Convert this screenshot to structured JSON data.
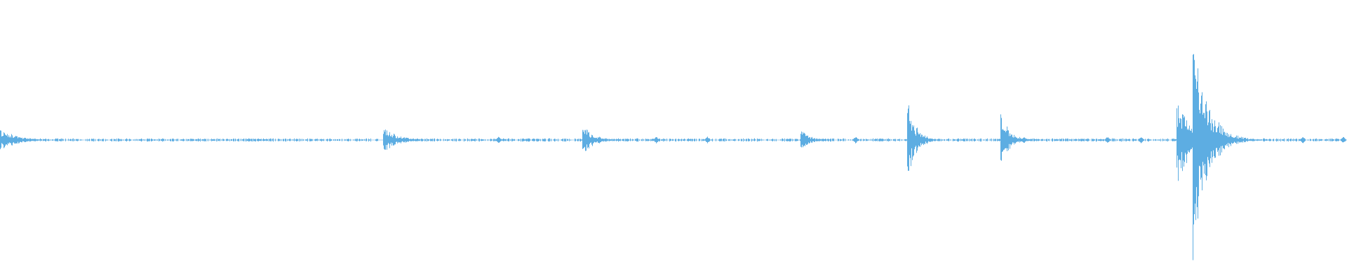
{
  "waveform": {
    "color": "#5dade2",
    "background": "#ffffff",
    "peak_amplitude": 1.0,
    "noise_floor": 0.012,
    "gap_fraction": 0.35,
    "transients": [
      {
        "t": 0.0,
        "amp": 0.1,
        "decay": 0.012
      },
      {
        "t": 0.285,
        "amp": 0.12,
        "decay": 0.01
      },
      {
        "t": 0.433,
        "amp": 0.13,
        "decay": 0.008
      },
      {
        "t": 0.595,
        "amp": 0.08,
        "decay": 0.007
      },
      {
        "t": 0.674,
        "amp": 0.33,
        "decay": 0.006
      },
      {
        "t": 0.743,
        "amp": 0.26,
        "decay": 0.006
      },
      {
        "t": 0.874,
        "amp": 0.39,
        "decay": 0.01
      },
      {
        "t": 0.886,
        "amp": 1.0,
        "decay": 0.01
      }
    ],
    "small_bumps": [
      0.37,
      0.487,
      0.525,
      0.635,
      0.76,
      0.822,
      0.847,
      0.915,
      0.967,
      0.997
    ]
  }
}
